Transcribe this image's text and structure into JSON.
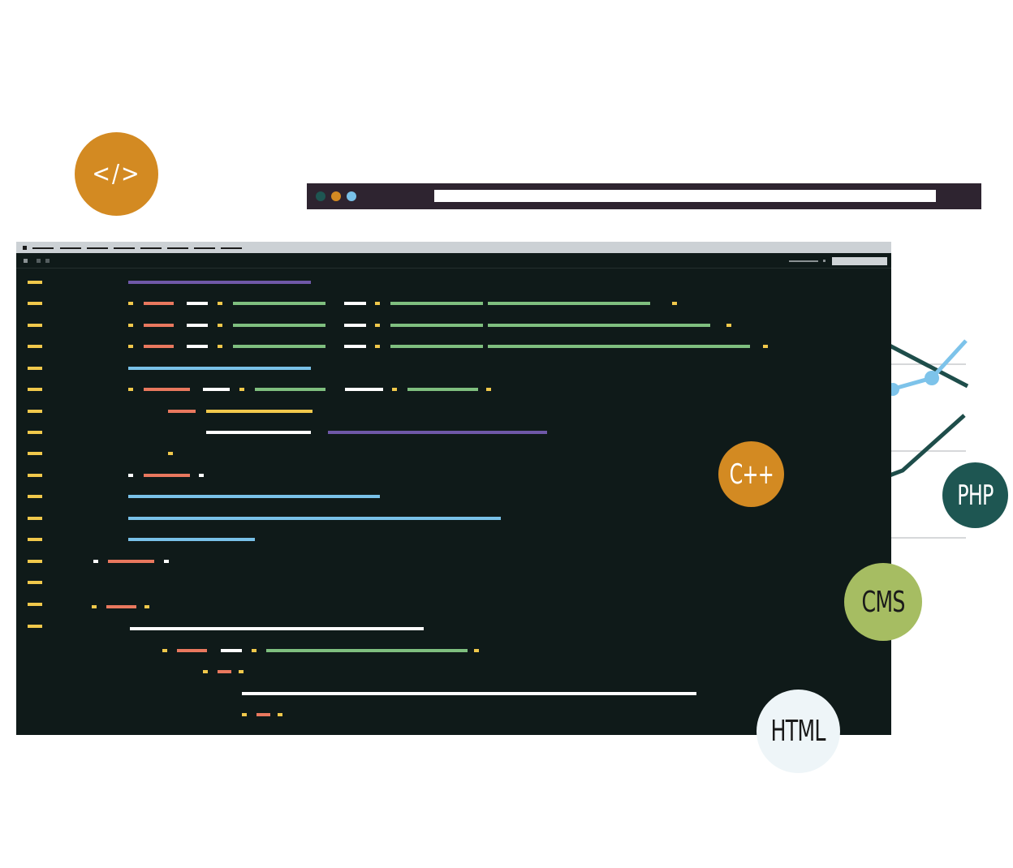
{
  "badges": {
    "code_tag": "</>",
    "cpp": "C++",
    "php": "PHP",
    "cms": "CMS",
    "html": "HTML"
  },
  "colors": {
    "orange": "#d38a22",
    "dark_teal": "#1e5652",
    "olive_green": "#a6bd62",
    "pale_blue": "#eef5f8",
    "editor_bg": "#0f1a19",
    "browser_bar": "#2e2430",
    "code_yellow": "#f0c84b",
    "code_salmon": "#e9785e",
    "code_white": "#ffffff",
    "code_green": "#7fbf7f",
    "code_blue": "#79c1e8",
    "code_purple": "#6f58a8"
  },
  "icons": {
    "window_controls": [
      "dark-teal-dot",
      "orange-dot",
      "blue-dot"
    ]
  }
}
